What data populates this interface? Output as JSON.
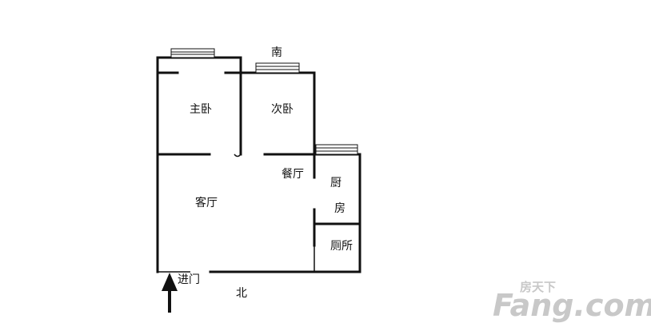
{
  "floorplan": {
    "rooms": {
      "master_bedroom": "主卧",
      "second_bedroom": "次卧",
      "dining_room": "餐厅",
      "kitchen_char1": "厨",
      "kitchen_char2": "房",
      "living_room": "客厅",
      "toilet": "厕所",
      "entrance": "进门"
    },
    "orientation": {
      "south": "南",
      "north": "北"
    }
  },
  "watermark": {
    "brand_small": "房天下",
    "brand_main": "Fang.com"
  },
  "colors": {
    "wall": "#111111",
    "watermark": "#c8c8c8"
  }
}
